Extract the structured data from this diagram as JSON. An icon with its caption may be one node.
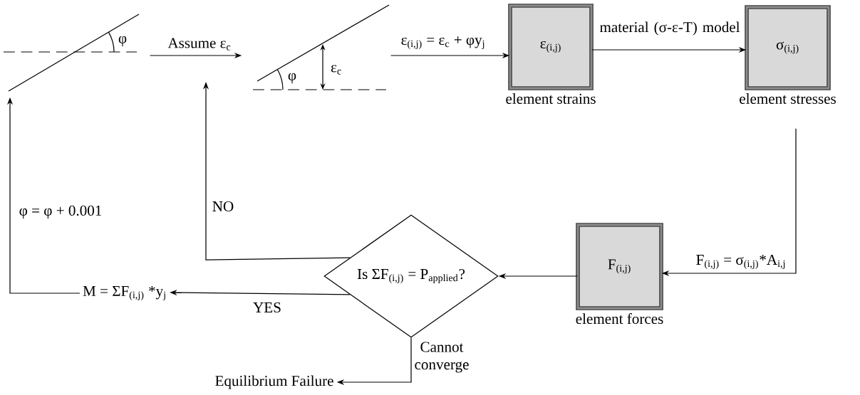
{
  "diagram": {
    "nodes": [
      {
        "text": [
          "φ"
        ]
      },
      {
        "text": [
          "φ",
          "ε$_{c}$"
        ]
      },
      {
        "text": [
          "ε$_{(i,j)}$"
        ],
        "beside": [
          "element strains"
        ]
      },
      {
        "text": [
          "σ$_{(i,j)}$"
        ],
        "beside": [
          "element stresses"
        ]
      },
      {
        "text": [
          "F$_{(i,j)}$"
        ],
        "beside": [
          "element forces"
        ]
      },
      {
        "text": [
          "Is ΣF$_{(i,j)}$ = P$_{applied}$?"
        ]
      },
      {
        "text": [
          "M = ΣF$_{(i,j)}$ *y$_{j}$"
        ]
      },
      {
        "text": [
          "Equilibrium Failure"
        ]
      }
    ],
    "edges": [
      {
        "from": 0,
        "to": 1,
        "arrow": "to",
        "label": "Assume ε$_{c}$"
      },
      {
        "from": 1,
        "to": 2,
        "arrow": "to",
        "label": "ε$_{(i,j)}$ = ε$_{c}$ + φy$_{j}$"
      },
      {
        "from": 2,
        "to": 3,
        "arrow": "to",
        "label": "material (σ-ε-T) model"
      },
      {
        "from": 3,
        "to": 4,
        "arrow": "to",
        "label": "F$_{(i,j)}$ = σ$_{(i,j)}$*A$_{i,j}$"
      },
      {
        "from": 4,
        "to": 5,
        "arrow": "to"
      },
      {
        "from": 5,
        "to": null,
        "arrow": "to",
        "label": "NO"
      },
      {
        "from": 5,
        "to": 6,
        "arrow": "to",
        "label": "YES"
      },
      {
        "from": 6,
        "to": 0,
        "arrow": "to",
        "label": "φ = φ + 0.001"
      },
      {
        "from": 5,
        "to": 7,
        "arrow": "to",
        "label": "Cannot converge"
      }
    ]
  }
}
